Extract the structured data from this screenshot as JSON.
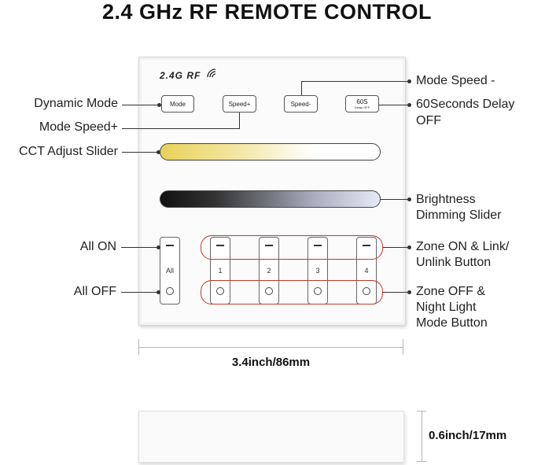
{
  "title": "2.4 GHz RF REMOTE CONTROL",
  "panel": {
    "brand": "2.4G RF",
    "buttons": {
      "mode": "Mode",
      "speed_up": "Speed+",
      "speed_down": "Speed-",
      "delay_main": "60S",
      "delay_sub": "Delay OFF"
    },
    "all_label": "All",
    "zones": [
      "1",
      "2",
      "3",
      "4"
    ]
  },
  "labels": {
    "dynamic_mode": "Dynamic Mode",
    "mode_speed_plus": "Mode Speed+",
    "cct_slider": "CCT Adjust Slider",
    "all_on": "All ON",
    "all_off": "All OFF",
    "mode_speed_minus": "Mode Speed -",
    "delay_line1": "60Seconds Delay",
    "delay_line2": "OFF",
    "brightness_line1": "Brightness",
    "brightness_line2": "Dimming Slider",
    "zone_on_line1": "Zone ON & Link/",
    "zone_on_line2": "Unlink Button",
    "zone_off_line1": "Zone OFF &",
    "zone_off_line2": "Night Light",
    "zone_off_line3": "Mode Button"
  },
  "dimensions": {
    "width": "3.4inch/86mm",
    "depth": "0.6inch/17mm"
  },
  "colors": {
    "callout_oval": "#c0392b",
    "cct_warm": "#e8d25a",
    "brightness_dark": "#111111"
  }
}
